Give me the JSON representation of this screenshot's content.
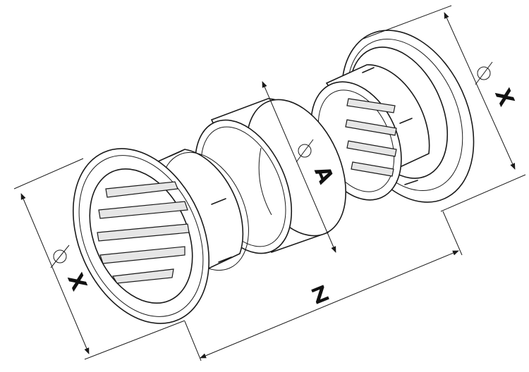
{
  "labels": {
    "left_diameter": "X",
    "right_diameter": "X",
    "middle_diameter": "A",
    "total_length": "Z"
  },
  "colors": {
    "line": "#1a1a1a",
    "background": "#ffffff",
    "shade": "#e6e6e6"
  },
  "icons": {
    "diameter_symbol": "diameter-icon"
  }
}
